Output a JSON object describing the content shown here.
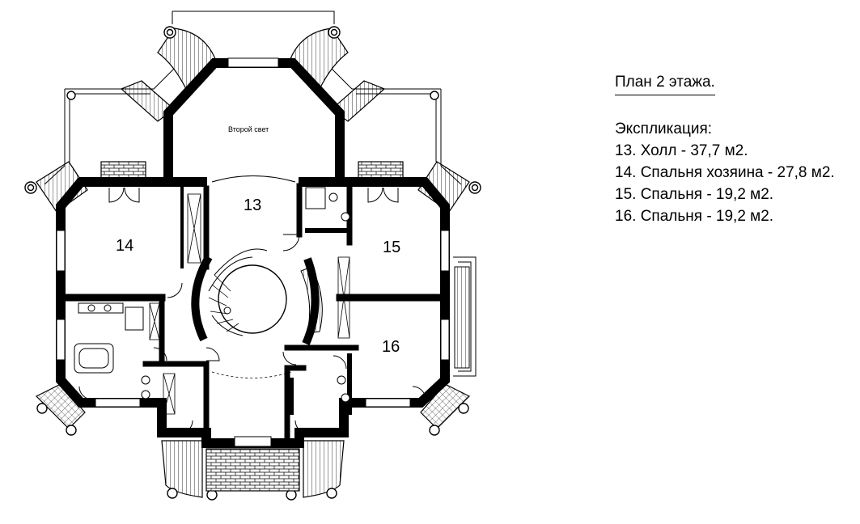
{
  "plan": {
    "title": "План 2 этажа.",
    "explication_heading": "Экспликация:",
    "rooms": [
      {
        "number": "13",
        "name": "13. Холл  - 37,7 м2."
      },
      {
        "number": "14",
        "name": "14. Спальня хозяина  - 27,8 м2."
      },
      {
        "number": "15",
        "name": "15. Спальня  - 19,2 м2."
      },
      {
        "number": "16",
        "name": "16. Спальня  - 19,2 м2."
      }
    ],
    "void_label": "Второй свет"
  }
}
